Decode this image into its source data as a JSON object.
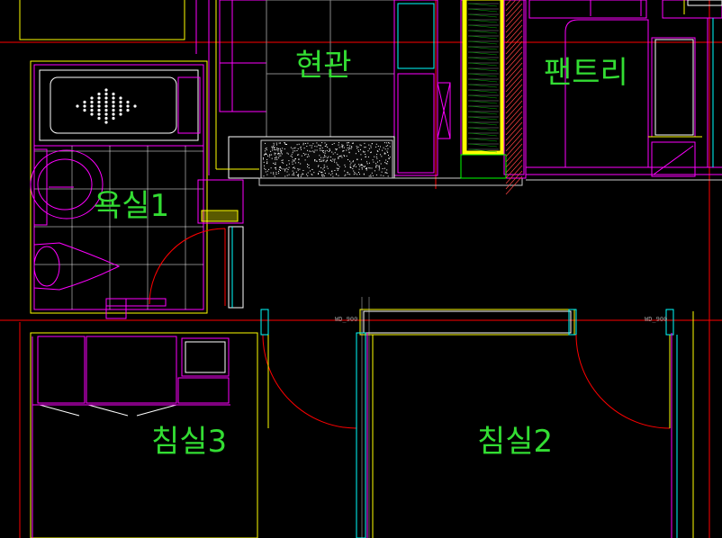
{
  "colors": {
    "background": "#000000",
    "wall_magenta": "#ff00ff",
    "cyan": "#00ffff",
    "yellow": "#ffff00",
    "white": "#ffffff",
    "red": "#ff0000",
    "green": "#00ff00",
    "label_green": "#33dd33",
    "dim_text": "#9a9a9a"
  },
  "rooms": {
    "entrance": "현관",
    "pantry": "팬트리",
    "bathroom1": "욕실1",
    "bedroom3": "침실3",
    "bedroom2": "침실2"
  },
  "dimension_tags": {
    "tag_left": "WD_900",
    "tag_right": "WD_900"
  }
}
